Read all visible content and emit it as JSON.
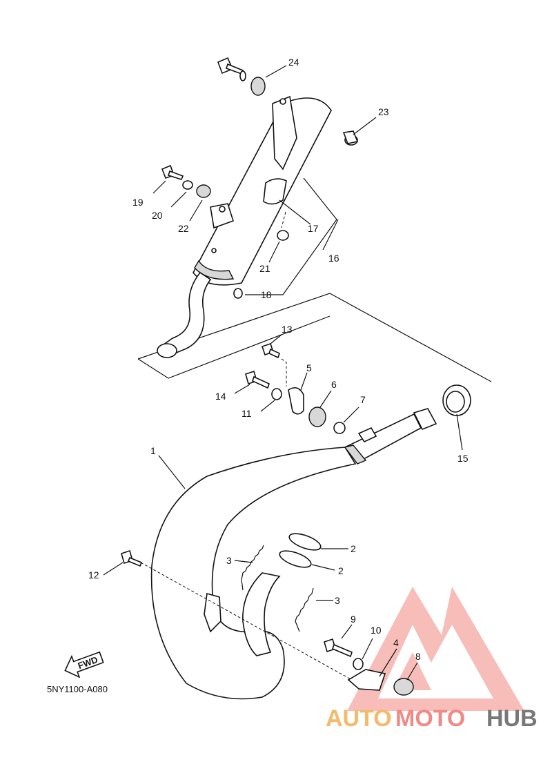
{
  "callouts": {
    "p1": "1",
    "p2a": "2",
    "p2b": "2",
    "p3a": "3",
    "p3b": "3",
    "p4": "4",
    "p5": "5",
    "p6": "6",
    "p7": "7",
    "p8": "8",
    "p9": "9",
    "p10": "10",
    "p11": "11",
    "p12": "12",
    "p13": "13",
    "p14": "14",
    "p15": "15",
    "p16": "16",
    "p17": "17",
    "p18": "18",
    "p19": "19",
    "p20": "20",
    "p21": "21",
    "p22": "22",
    "p23": "23",
    "p24": "24"
  },
  "diagram_code": "5NY1100-A080",
  "fwd_label": "FWD",
  "watermark": {
    "part1": "AUTO",
    "part2": "MOTO",
    "part3": "HUB",
    "colors": {
      "auto": "#f6b96a",
      "moto": "#f08a86",
      "hub": "#777777",
      "triangle": "#f28c86"
    }
  }
}
